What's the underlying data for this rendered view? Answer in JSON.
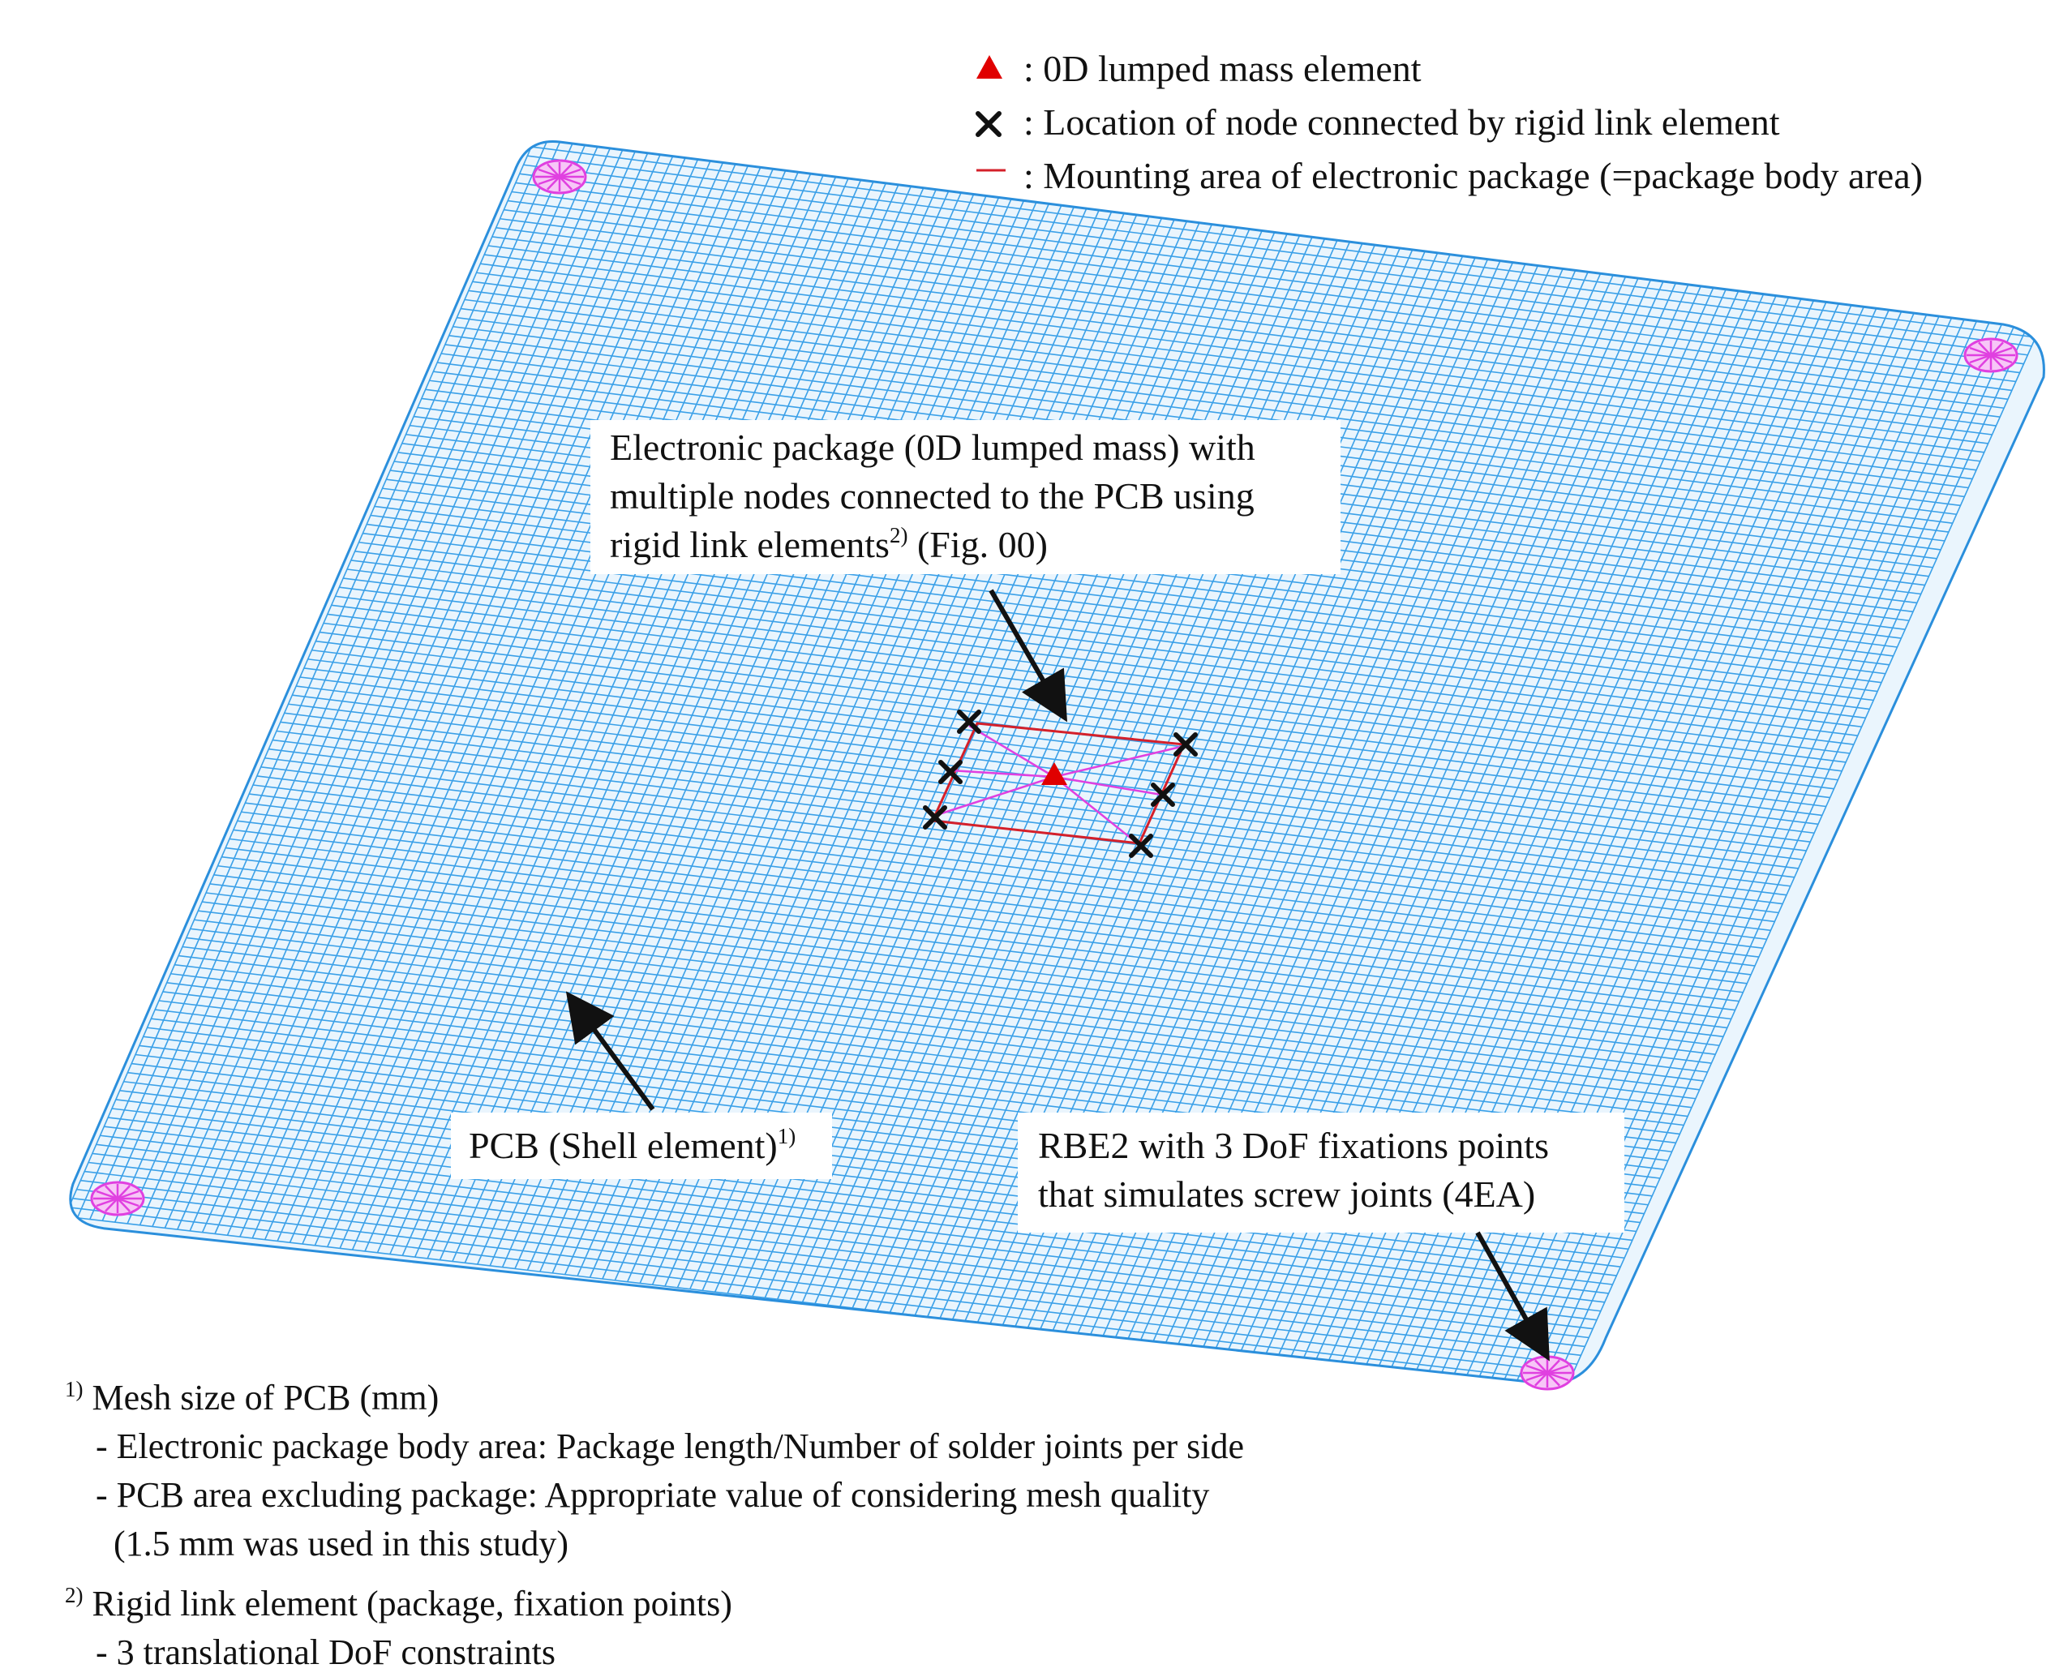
{
  "legend": {
    "items": [
      {
        "symbol": "red-triangle",
        "text": ": 0D lumped mass element"
      },
      {
        "symbol": "black-cross",
        "text": ": Location of node connected by rigid link element"
      },
      {
        "symbol": "red-line",
        "text": ": Mounting area of electronic package (=package body area)"
      }
    ]
  },
  "callouts": {
    "package": {
      "lines": [
        "Electronic package (0D lumped mass) with",
        "multiple nodes connected to the PCB using"
      ],
      "line3_main": "rigid link elements",
      "line3_sup": "2)",
      "line3_tail": " (Fig. 00)"
    },
    "pcb": {
      "main": "PCB (Shell element)",
      "sup": "1)"
    },
    "rbe2": {
      "lines": [
        "RBE2 with 3 DoF fixations points",
        "that simulates screw joints (4EA)"
      ]
    }
  },
  "notes": {
    "note1": {
      "sup": "1)",
      "title": " Mesh size of PCB (mm)",
      "lines": [
        "- Electronic package body area: Package length/Number of solder joints per side",
        "- PCB area excluding package: Appropriate value of considering mesh quality",
        "(1.5 mm was used in this study)"
      ]
    },
    "note2": {
      "sup": "2)",
      "title": " Rigid link element (package, fixation points)",
      "lines": [
        "- 3 translational DoF constraints"
      ]
    }
  },
  "colors": {
    "mesh": "#3aa0e8",
    "mesh_edge": "#2b8fdc",
    "package_outline": "#d4202a",
    "lumped_mass": "#e00000",
    "node_marker": "#111111",
    "fixation_spider": "#e040e0",
    "arrow": "#111111",
    "callout_bg": "#ffffff"
  }
}
